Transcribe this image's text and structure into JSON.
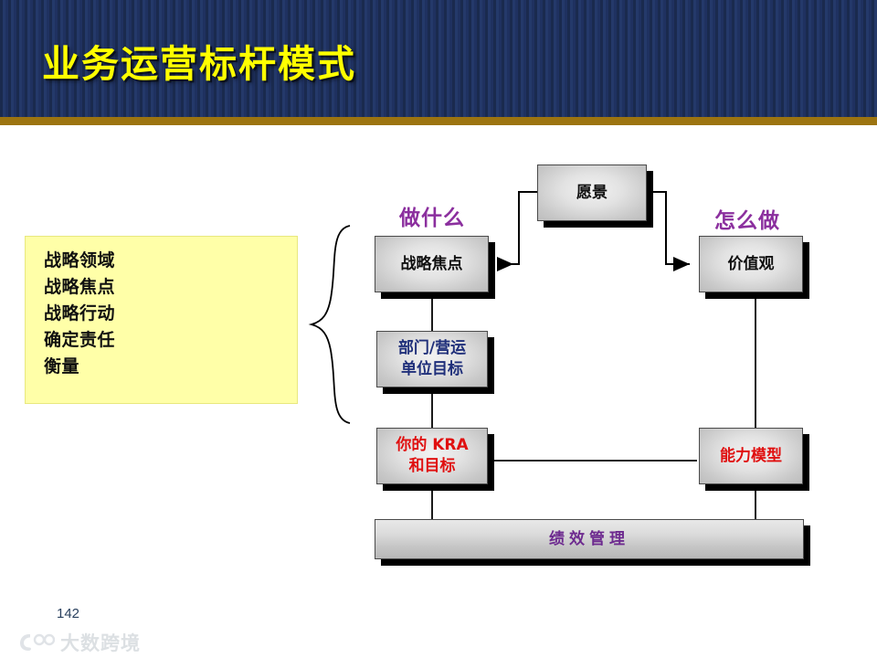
{
  "header": {
    "title": "业务运营标杆模式",
    "title_color": "#ffff00",
    "background_color": "#1e3059",
    "rule_color": "#9c7410"
  },
  "note_box": {
    "background_color": "#ffffa8",
    "items": [
      "战略领域",
      "战略焦点",
      "战略行动",
      "确定责任",
      "衡量"
    ]
  },
  "section_labels": {
    "what": "做什么",
    "how": "怎么做",
    "color": "#8b2f9e"
  },
  "diagram": {
    "boxes": [
      {
        "id": "vision",
        "label": "愿景",
        "text_color": "#101010"
      },
      {
        "id": "focus",
        "label": "战略焦点",
        "text_color": "#101010"
      },
      {
        "id": "values",
        "label": "价值观",
        "text_color": "#101010"
      },
      {
        "id": "dept",
        "label_line1": "部门/营运",
        "label_line2": "单位目标",
        "text_color": "#1f2f7a"
      },
      {
        "id": "kra",
        "label_line1": "你的 KRA",
        "label_line2": "和目标",
        "text_color": "#e01010"
      },
      {
        "id": "capability",
        "label": "能力模型",
        "text_color": "#e01010"
      },
      {
        "id": "performance",
        "label": "绩效管理",
        "text_color": "#6d2a8f"
      }
    ]
  },
  "footer": {
    "page_number": "142",
    "watermark_text": "大数跨境"
  }
}
